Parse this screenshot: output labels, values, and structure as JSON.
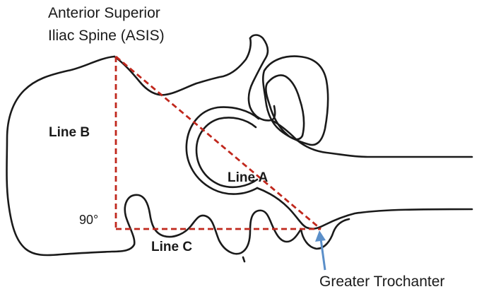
{
  "labels": {
    "asis_line1": "Anterior Superior",
    "asis_line2": "Iliac Spine (ASIS)",
    "line_a": "Line A",
    "line_b": "Line B",
    "line_c": "Line C",
    "angle": "90°",
    "greater_trochanter": "Greater Trochanter"
  },
  "colors": {
    "outline": "#1a1a1a",
    "dashed_lines": "#c0271c",
    "arrow": "#5b8fc9"
  }
}
